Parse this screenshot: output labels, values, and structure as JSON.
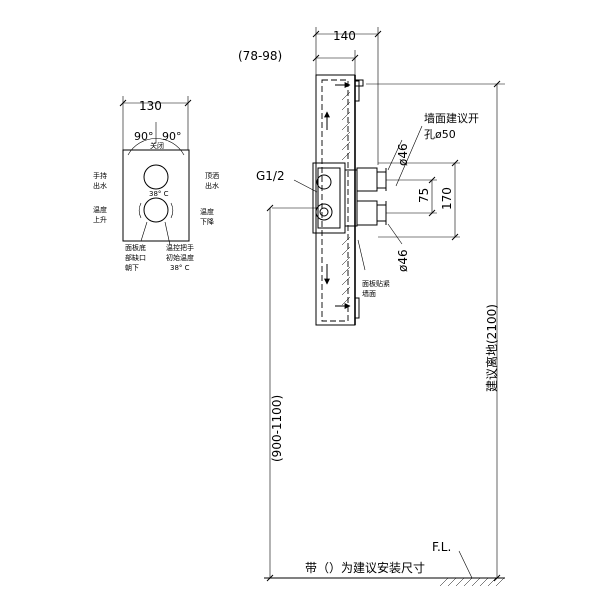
{
  "dimensions": {
    "front_width": "130",
    "angle_left": "90°",
    "angle_right": "90°",
    "side_depth": "140",
    "side_depth_range": "(78-98)",
    "center_spacing": "75",
    "outlet_spacing": "170",
    "outlet_diameter_top": "ø46",
    "outlet_diameter_bottom": "ø46",
    "height_range": "(900-1100)",
    "height_total": "建议离地(2100)"
  },
  "front_labels": {
    "off": "关闭",
    "hand_shower_1": "手持",
    "hand_shower_2": "出水",
    "top_shower_1": "顶洒",
    "top_shower_2": "出水",
    "temp_up_1": "温度",
    "temp_up_2": "上升",
    "temp_down_1": "温度",
    "temp_down_2": "下降",
    "temp_mark": "38° C",
    "bottom_note_1": "面板底",
    "bottom_note_2": "部缺口",
    "bottom_note_3": "朝下",
    "handle_note_1": "温控把手",
    "handle_note_2": "初始温度",
    "handle_note_3": "38° C"
  },
  "side_labels": {
    "thread": "G1/2",
    "wall_hole_1": "墙面建议开",
    "wall_hole_2": "孔ø50",
    "panel_note_1": "面板贴紧",
    "panel_note_2": "墙面"
  },
  "floor": {
    "label": "F.L.",
    "note": "带（）为建议安装尺寸"
  }
}
